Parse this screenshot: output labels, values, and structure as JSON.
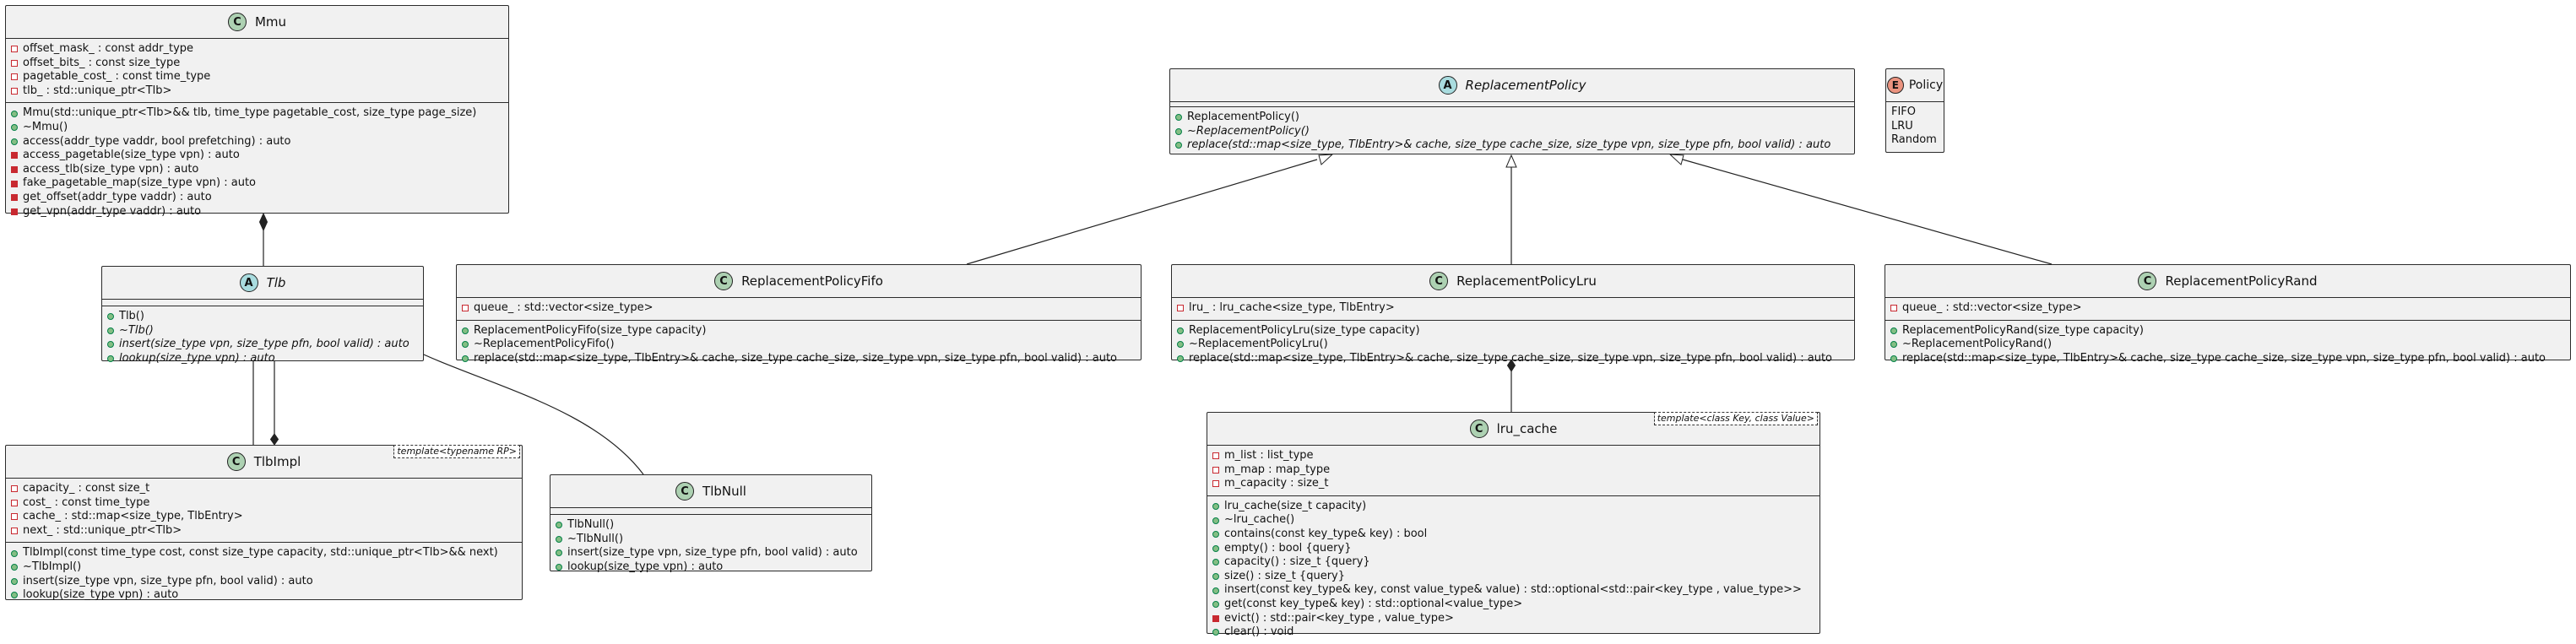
{
  "classes": {
    "mmu": {
      "name": "Mmu",
      "stereotype": "C",
      "fields": [
        "offset_mask_ : const addr_type",
        "offset_bits_ : const size_type",
        "pagetable_cost_ : const time_type",
        "tlb_ : std::unique_ptr<Tlb>"
      ],
      "methods": [
        "Mmu(std::unique_ptr<Tlb>&& tlb, time_type pagetable_cost, size_type page_size)",
        "~Mmu()",
        "access(addr_type vaddr, bool prefetching) : auto",
        "access_pagetable(size_type vpn) : auto",
        "access_tlb(size_type vpn) : auto",
        "fake_pagetable_map(size_type vpn) : auto",
        "get_offset(addr_type vaddr) : auto",
        "get_vpn(addr_type vaddr) : auto"
      ]
    },
    "tlb": {
      "name": "Tlb",
      "stereotype": "A",
      "methods": [
        "Tlb()",
        "~Tlb()",
        "insert(size_type vpn, size_type pfn, bool valid) : auto",
        "lookup(size_type vpn) : auto"
      ]
    },
    "tlbimpl": {
      "name": "TlbImpl",
      "stereotype": "C",
      "template": "template<typename RP>",
      "fields": [
        "capacity_ : const size_t",
        "cost_ : const time_type",
        "cache_ : std::map<size_type, TlbEntry>",
        "next_ : std::unique_ptr<Tlb>"
      ],
      "methods": [
        "TlbImpl(const time_type cost, const size_type capacity, std::unique_ptr<Tlb>&& next)",
        "~TlbImpl()",
        "insert(size_type vpn, size_type pfn, bool valid) : auto",
        "lookup(size_type vpn) : auto"
      ]
    },
    "tlbnull": {
      "name": "TlbNull",
      "stereotype": "C",
      "methods": [
        "TlbNull()",
        "~TlbNull()",
        "insert(size_type vpn, size_type pfn, bool valid) : auto",
        "lookup(size_type vpn) : auto"
      ]
    },
    "replacementpolicy": {
      "name": "ReplacementPolicy",
      "stereotype": "A",
      "methods": [
        "ReplacementPolicy()",
        "~ReplacementPolicy()",
        "replace(std::map<size_type, TlbEntry>& cache, size_type cache_size, size_type vpn, size_type pfn, bool valid) : auto"
      ]
    },
    "policy": {
      "name": "Policy",
      "stereotype": "E",
      "values": [
        "FIFO",
        "LRU",
        "Random"
      ]
    },
    "fifo": {
      "name": "ReplacementPolicyFifo",
      "stereotype": "C",
      "fields": [
        "queue_ : std::vector<size_type>"
      ],
      "methods": [
        "ReplacementPolicyFifo(size_type capacity)",
        "~ReplacementPolicyFifo()",
        "replace(std::map<size_type, TlbEntry>& cache, size_type cache_size, size_type vpn, size_type pfn, bool valid) : auto"
      ]
    },
    "lru": {
      "name": "ReplacementPolicyLru",
      "stereotype": "C",
      "fields": [
        "lru_ : lru_cache<size_type, TlbEntry>"
      ],
      "methods": [
        "ReplacementPolicyLru(size_type capacity)",
        "~ReplacementPolicyLru()",
        "replace(std::map<size_type, TlbEntry>& cache, size_type cache_size, size_type vpn, size_type pfn, bool valid) : auto"
      ]
    },
    "rand": {
      "name": "ReplacementPolicyRand",
      "stereotype": "C",
      "fields": [
        "queue_ : std::vector<size_type>"
      ],
      "methods": [
        "ReplacementPolicyRand(size_type capacity)",
        "~ReplacementPolicyRand()",
        "replace(std::map<size_type, TlbEntry>& cache, size_type cache_size, size_type vpn, size_type pfn, bool valid) : auto"
      ]
    },
    "lrucache": {
      "name": "lru_cache",
      "stereotype": "C",
      "template": "template<class Key, class Value>",
      "fields": [
        "m_list : list_type",
        "m_map : map_type",
        "m_capacity : size_t"
      ],
      "methods": [
        "lru_cache(size_t capacity)",
        "~lru_cache()",
        "contains(const key_type& key) : bool",
        "empty() : bool {query}",
        "capacity() : size_t {query}",
        "size() : size_t {query}",
        "insert(const key_type& key, const value_type& value) : std::optional<std::pair<key_type , value_type>>",
        "get(const key_type& key) : std::optional<value_type>",
        "evict() : std::pair<key_type , value_type>",
        "clear() : void"
      ]
    }
  },
  "colors": {
    "class_fill": "#f1f1f1",
    "class_badge": "#add1b2",
    "abstract_badge": "#a9dcdf",
    "enum_badge": "#eb937f",
    "private_marker": "#c82930",
    "public_marker": "#84be84"
  }
}
